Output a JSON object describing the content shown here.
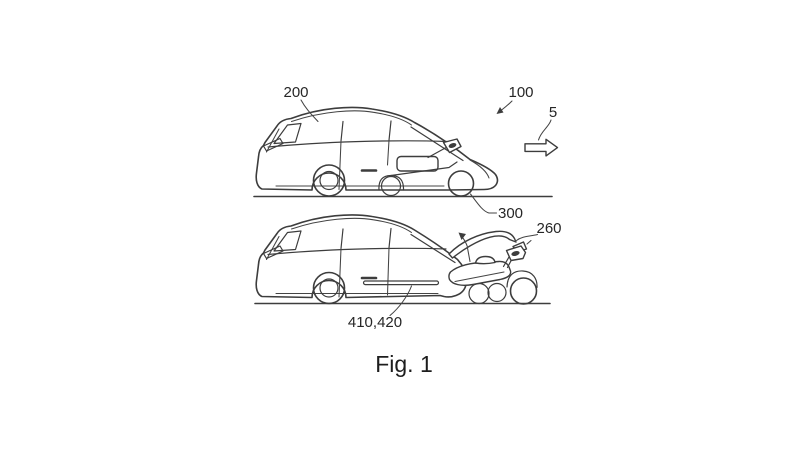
{
  "figure": {
    "caption": "Fig. 1",
    "colors": {
      "background": "#ffffff",
      "line": "#3d3d3d",
      "label_text": "#262626"
    },
    "top_view_labels": {
      "roof": "200",
      "system": "100",
      "direction": "5",
      "scooter": "300"
    },
    "bottom_view_labels": {
      "hood": "260",
      "rails": "410,420"
    }
  }
}
